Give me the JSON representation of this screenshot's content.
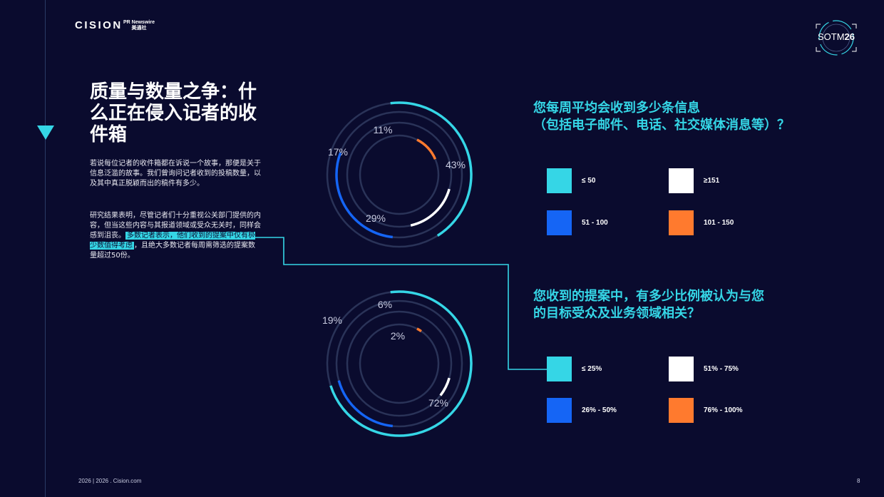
{
  "header": {
    "brand": "CISION",
    "partner_line1": "PR Newswire",
    "partner_line2": "美通社",
    "badge_prefix": "SOTM",
    "badge_number": "26"
  },
  "main": {
    "title": "质量与数量之争：什么正在侵入记者的收件箱",
    "paragraph1": "若说每位记者的收件箱都在诉说一个故事，那便是关于信息泛滥的故事。我们曾询问记者收到的投稿数量，以及其中真正脱颖而出的稿件有多少。",
    "paragraph2_before": "研究结果表明，尽管记者们十分重视公关部门提供的内容，但当这些内容与其报道领域或受众无关时，同样会感到沮丧。",
    "paragraph2_highlight": "多数记者表示，他们收到的提案中仅有极少数值得考虑",
    "paragraph2_after": "，且绝大多数记者每周需筛选的提案数量超过50份。"
  },
  "colors": {
    "background": "#0a0b2e",
    "accent_cyan": "#35d6e6",
    "blue": "#1565f5",
    "white": "#ffffff",
    "orange": "#ff7a2e",
    "track": "#2a3358"
  },
  "chart_data": [
    {
      "type": "pie",
      "title": "您每周平均会收到多少条信息（包括电子邮件、电话、社交媒体消息等）？",
      "categories": [
        "≤ 50",
        "51 - 100",
        "≥151",
        "101 - 150"
      ],
      "values": [
        43,
        29,
        17,
        11
      ],
      "labels": [
        "43%",
        "29%",
        "17%",
        "11%"
      ],
      "colors": [
        "#35d6e6",
        "#1565f5",
        "#ffffff",
        "#ff7a2e"
      ]
    },
    {
      "type": "pie",
      "title": "您收到的提案中，有多少比例被认为与您的目标受众及业务领域相关？",
      "categories": [
        "≤ 25%",
        "26% - 50%",
        "51% - 75%",
        "76% - 100%"
      ],
      "values": [
        72,
        19,
        6,
        2
      ],
      "labels": [
        "72%",
        "19%",
        "6%",
        "2%"
      ],
      "colors": [
        "#35d6e6",
        "#1565f5",
        "#ffffff",
        "#ff7a2e"
      ]
    }
  ],
  "questions": {
    "q1_line1": "您每周平均会收到多少条信息",
    "q1_line2": "（包括电子邮件、电话、社交媒体消息等）？",
    "q2_line1": "您收到的提案中，有多少比例被认为与您",
    "q2_line2": "的目标受众及业务领域相关？"
  },
  "legend1": [
    {
      "label": "≤ 50",
      "color": "#35d6e6"
    },
    {
      "label": "≥151",
      "color": "#ffffff"
    },
    {
      "label": "51 - 100",
      "color": "#1565f5"
    },
    {
      "label": "101 - 150",
      "color": "#ff7a2e"
    }
  ],
  "legend2": [
    {
      "label": "≤ 25%",
      "color": "#35d6e6"
    },
    {
      "label": "51% - 75%",
      "color": "#ffffff"
    },
    {
      "label": "26% - 50%",
      "color": "#1565f5"
    },
    {
      "label": "76% - 100%",
      "color": "#ff7a2e"
    }
  ],
  "footer": {
    "text": "2026 | 2026 . Cision.com",
    "page": "8"
  }
}
